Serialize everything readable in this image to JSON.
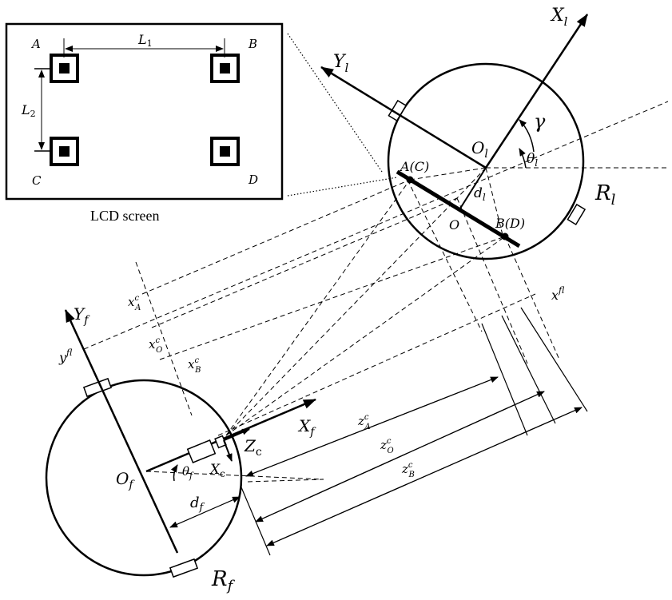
{
  "inset": {
    "caption": "LCD screen",
    "corners": {
      "a": "A",
      "b": "B",
      "c": "C",
      "d": "D"
    },
    "dims": {
      "l1": "L",
      "l1_sub": "1",
      "l2": "L",
      "l2_sub": "2"
    }
  },
  "leader": {
    "x_axis": "X",
    "x_sub": "l",
    "y_axis": "Y",
    "y_sub": "l",
    "origin": "O",
    "origin_sub": "l",
    "gamma": "γ",
    "theta": "θ",
    "theta_sub": "l",
    "radius": "R",
    "radius_sub": "l",
    "point_ac": "A(C)",
    "point_o": "O",
    "point_bd": "B(D)",
    "dist": "d",
    "dist_sub": "l"
  },
  "follower": {
    "x_axis": "X",
    "x_sub": "f",
    "y_axis": "Y",
    "y_sub": "f",
    "origin": "O",
    "origin_sub": "f",
    "theta": "θ",
    "theta_sub": "f",
    "radius": "R",
    "radius_sub": "f",
    "dist": "d",
    "dist_sub": "f"
  },
  "camera": {
    "z_axis": "Z",
    "z_sub": "c",
    "x_axis": "X",
    "x_sub": "c"
  },
  "measures": {
    "xa": "x",
    "xa_sup": "c",
    "xa_sub": "A",
    "xo": "x",
    "xo_sup": "c",
    "xo_sub": "O",
    "xb": "x",
    "xb_sup": "c",
    "xb_sub": "B",
    "yl": "y",
    "yl_sup": "f",
    "yl_sub": "l",
    "xl": "x",
    "xl_sup": "f",
    "xl_sub": "l",
    "za": "z",
    "za_sup": "c",
    "za_sub": "A",
    "zo": "z",
    "zo_sup": "c",
    "zo_sub": "O",
    "zb": "z",
    "zb_sup": "c",
    "zb_sub": "B"
  }
}
